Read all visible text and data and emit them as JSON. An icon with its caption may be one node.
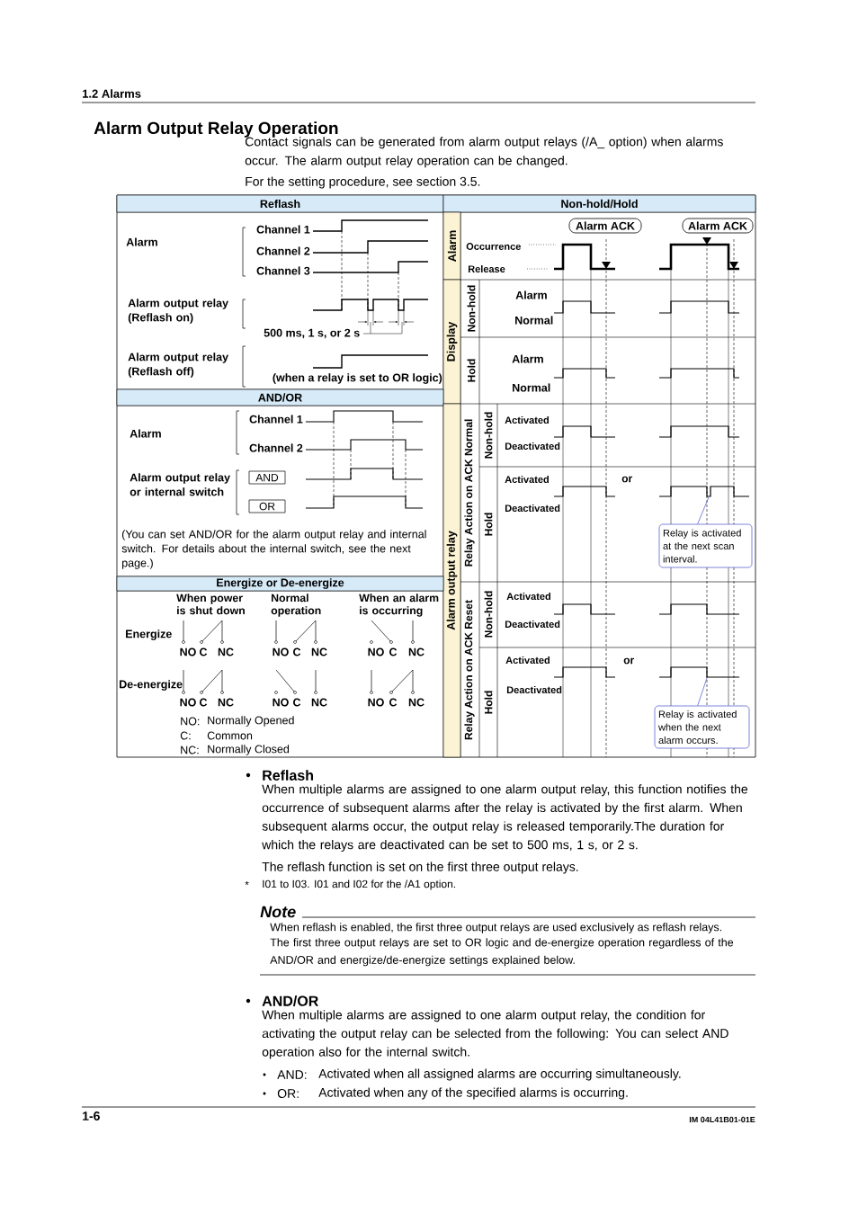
{
  "diagram": {
    "title": "Alarm Output Relay Operation",
    "nodes": [
      {
        "text": [
          "Reflash"
        ]
      },
      {
        "text": [
          "Non-hold/Hold"
        ]
      },
      {
        "text": [
          "Alarm"
        ]
      },
      {
        "text": [
          "Alarm ACK"
        ]
      },
      {
        "text": [
          "Alarm ACK"
        ]
      },
      {
        "text": [
          "Display"
        ]
      },
      {
        "text": [
          "AND/OR"
        ]
      },
      {
        "text": [
          "AND"
        ]
      },
      {
        "text": [
          "OR"
        ]
      },
      {
        "text": [
          "Alarm output relay"
        ]
      },
      {
        "text": [
          "Relay is activated at the next scan interval."
        ]
      },
      {
        "text": [
          "Energize or De-energize"
        ]
      },
      {
        "text": [
          "Relay is activated when the next alarm occurs."
        ]
      }
    ],
    "edges": [
      {
        "from": 10,
        "to": null,
        "arrow": "none"
      },
      {
        "from": 12,
        "to": null,
        "arrow": "none"
      }
    ],
    "labels": [
      "1.2 Alarms",
      "Contact signals can be generated from alarm output relays (/A_ option) when alarms occur. The alarm output relay operation can be changed.",
      "For the setting procedure, see section 3.5.",
      "Alarm",
      "Channel 1",
      "Channel 2",
      "Channel 3",
      "Alarm output relay (Reflash on)",
      "500 ms, 1 s, or 2 s",
      "Alarm output relay (Reflash off)",
      "(when a relay is set to OR logic)",
      "Alarm",
      "Channel 1",
      "Channel 2",
      "Alarm output relay or internal switch",
      "(You can set AND/OR for the alarm output relay and internal switch. For details about the internal switch, see the next page.)",
      "When power is shut down",
      "Normal operation",
      "When an alarm is occurring",
      "Energize",
      "NO",
      "C",
      "NC",
      "NO",
      "C",
      "NC",
      "NO",
      "C",
      "NC",
      "De-energize",
      "NO",
      "C",
      "NC",
      "NO",
      "C",
      "NC",
      "NO",
      "C",
      "NC",
      "NO:",
      "Normally Opened",
      "C:",
      "Common",
      "NC:",
      "Normally Closed",
      "Occurrence",
      "Release",
      "Non-hold",
      "Alarm",
      "Normal",
      "Hold",
      "Alarm",
      "Normal",
      "Relay Action on ACK Normal",
      "Non-hold",
      "Activated",
      "Deactivated",
      "Hold",
      "Activated",
      "or",
      "Deactivated",
      "Relay Action on ACK Reset",
      "Non-hold",
      "Activated",
      "Deactivated",
      "Hold",
      "Activated",
      "or",
      "Deactivated",
      "Reflash",
      "When multiple alarms are assigned to one alarm output relay, this function notifies the occurrence of subsequent alarms after the relay is activated by the first alarm. When subsequent alarms occur, the output relay is released temporarily.The duration for which the relays are deactivated can be set to 500 ms, 1 s, or 2 s.",
      "The reflash function is set on the first three output relays.",
      "*",
      "I01 to I03. I01 and I02 for the /A1 option.",
      "Note",
      "When reflash is enabled, the first three output relays are used exclusively as reflash relays.",
      "The first three output relays are set to OR logic and de-energize operation regardless of the AND/OR and energize/de-energize settings explained below.",
      "AND/OR",
      "When multiple alarms are assigned to one alarm output relay, the condition for activating the output relay can be selected from the following: You can select AND operation also for the internal switch.",
      "AND:",
      "Activated when all assigned alarms are occurring simultaneously.",
      "OR:",
      "Activated when any of the specified alarms is occurring.",
      "1-6",
      "IM 04L41B01-01E"
    ]
  }
}
